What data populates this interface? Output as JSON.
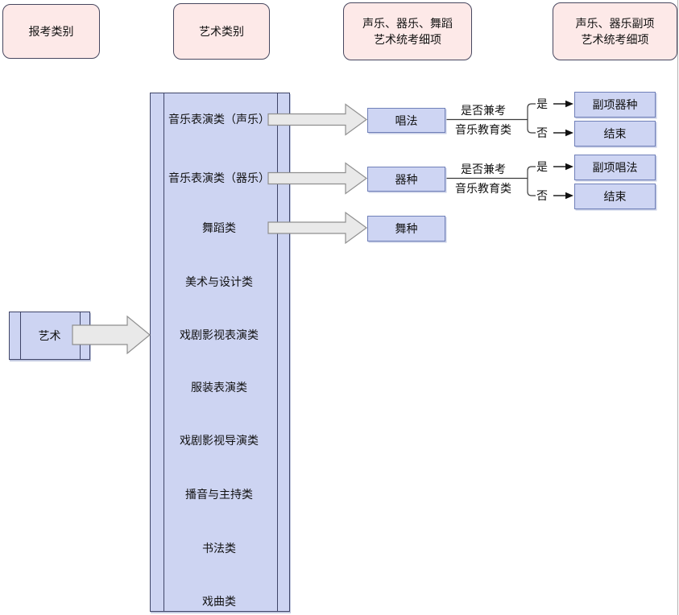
{
  "headers": [
    {
      "line1": "报考类别",
      "line2": ""
    },
    {
      "line1": "艺术类别",
      "line2": ""
    },
    {
      "line1": "声乐、器乐、舞蹈",
      "line2": "艺术统考细项"
    },
    {
      "line1": "声乐、器乐副项",
      "line2": "艺术统考细项"
    }
  ],
  "root_node": {
    "label": "艺术"
  },
  "category_list": {
    "items": [
      "音乐表演类（声乐）",
      "音乐表演类（器乐）",
      "舞蹈类",
      "美术与设计类",
      "戏剧影视表演类",
      "服装表演类",
      "戏剧影视导演类",
      "播音与主持类",
      "书法类",
      "戏曲类"
    ]
  },
  "detail_nodes": [
    {
      "label": "唱法"
    },
    {
      "label": "器种"
    },
    {
      "label": "舞种"
    }
  ],
  "branches": [
    {
      "condition_line1": "是否兼考",
      "condition_line2": "音乐教育类",
      "yes_label": "是",
      "no_label": "否",
      "yes_target": {
        "label": "副项器种"
      },
      "no_target": {
        "label": "结束"
      }
    },
    {
      "condition_line1": "是否兼考",
      "condition_line2": "音乐教育类",
      "yes_label": "是",
      "no_label": "否",
      "yes_target": {
        "label": "副项唱法"
      },
      "no_target": {
        "label": "结束"
      }
    }
  ],
  "colors": {
    "header_fill": "#fde9e8",
    "header_border": "#47475f",
    "node_fill": "#ced5f3",
    "node_border": "#7080b8",
    "panel_fill": "#cdd4f2",
    "panel_border": "#3f4568",
    "big_arrow_fill": "#e9e9e9",
    "big_arrow_border": "#8f8f8f",
    "connector": "#3c3c3c",
    "text": "#111111"
  }
}
